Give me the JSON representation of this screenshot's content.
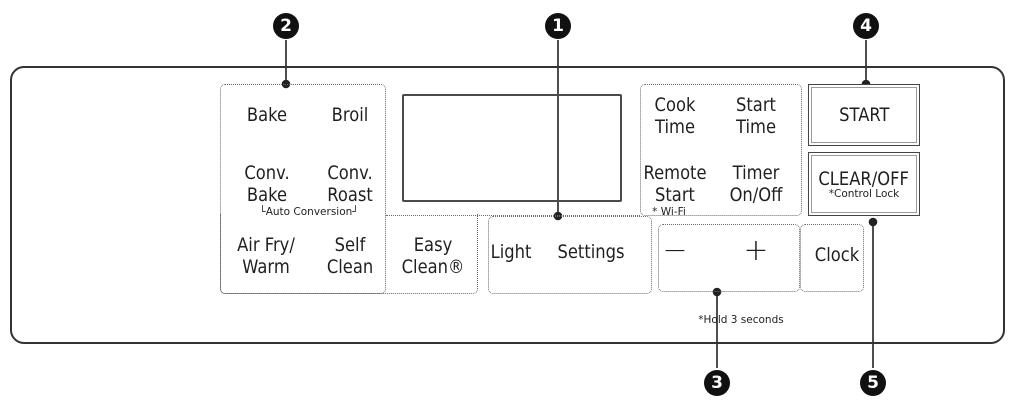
{
  "callouts": [
    "1",
    "2",
    "3",
    "4",
    "5"
  ],
  "cook_modes": {
    "bake": "Bake",
    "broil": "Broil",
    "conv_bake_1": "Conv.",
    "conv_bake_2": "Bake",
    "conv_roast_1": "Conv.",
    "conv_roast_2": "Roast",
    "auto_conversion": "└Auto Conversion┘",
    "air_fry_1": "Air Fry/",
    "air_fry_2": "Warm",
    "self_clean_1": "Self",
    "self_clean_2": "Clean",
    "easy_clean_1": "Easy",
    "easy_clean_2": "Clean®"
  },
  "options": {
    "light": "Light",
    "settings": "Settings"
  },
  "timing": {
    "cook_time_1": "Cook",
    "cook_time_2": "Time",
    "start_time_1": "Start",
    "start_time_2": "Time",
    "remote_start_1": "Remote",
    "remote_start_2": "Start",
    "wifi_note": "* Wi-Fi",
    "timer_1": "Timer",
    "timer_2": "On/Off"
  },
  "adjust": {
    "minus": "−",
    "plus": "+",
    "hold_note": "*Hold 3 seconds"
  },
  "controls": {
    "start": "START",
    "clear_off": "CLEAR/OFF",
    "control_lock": "*Control Lock",
    "clock": "Clock"
  }
}
